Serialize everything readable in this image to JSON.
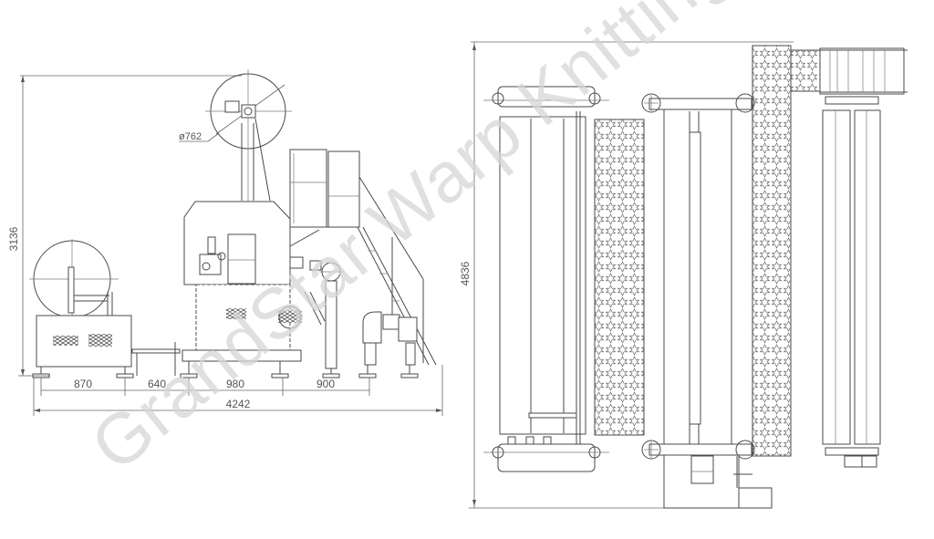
{
  "drawing": {
    "watermark": "GrandStar Warp Knitting",
    "side_view": {
      "diameter_label": "ø762",
      "height_label": "3136",
      "dims_bottom": [
        "870",
        "640",
        "980",
        "900"
      ],
      "overall_length_label": "4242"
    },
    "top_view": {
      "overall_width_label": "4836"
    }
  },
  "colors": {
    "line": "#4a4a4a",
    "dimension": "#666666",
    "watermark": "#d6d6d6",
    "background": "#ffffff"
  }
}
